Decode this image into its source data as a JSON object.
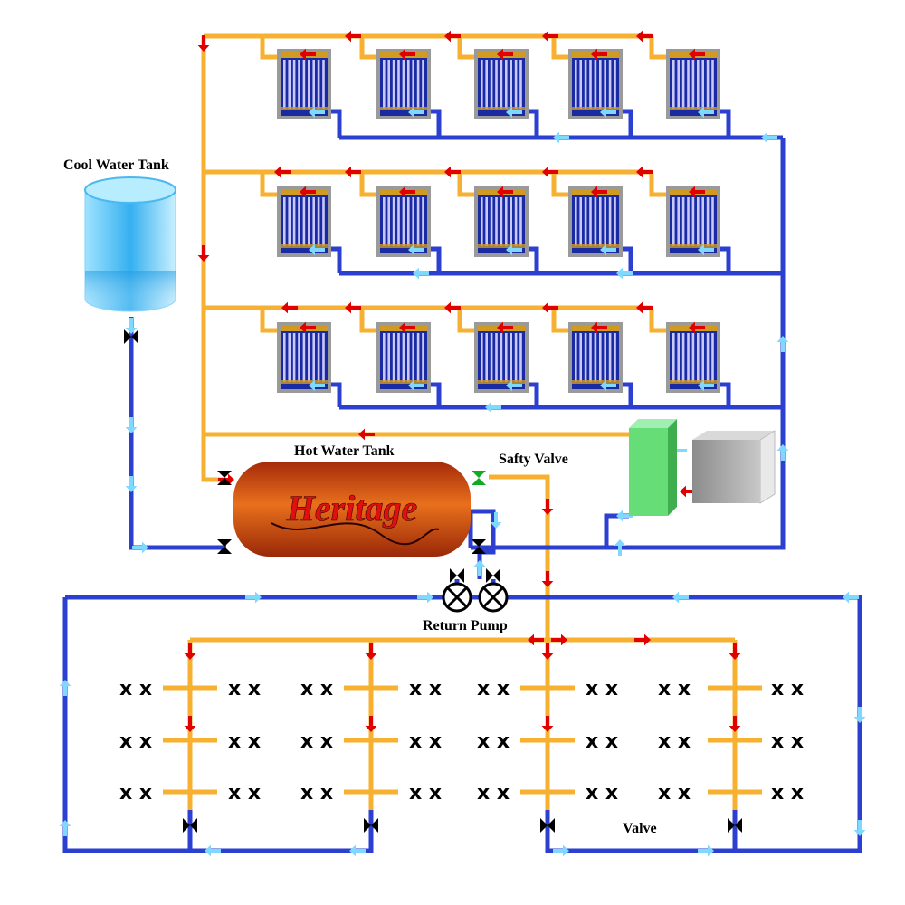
{
  "labels": {
    "cool_tank": "Cool Water Tank",
    "hot_tank": "Hot Water Tank",
    "safety_valve": "Safty Valve",
    "return_pump": "Return Pump",
    "valve": "Valve"
  },
  "brand": "Heritage",
  "outlet_marker": "x x",
  "colors": {
    "hot_pipe": "#f7b030",
    "cold_pipe": "#2b3fd0",
    "hot_arrow": "#e00000",
    "cold_arrow": "#7fd8ff",
    "tank_red": "#b33a10",
    "tank_blue": "#2ea6e8",
    "heat_exchanger": "#66dd77",
    "heater_box": "#aaaaaa"
  },
  "collector_rows": 3,
  "collectors_per_row": 5,
  "building_floors": 3,
  "outlets_per_side": 2
}
